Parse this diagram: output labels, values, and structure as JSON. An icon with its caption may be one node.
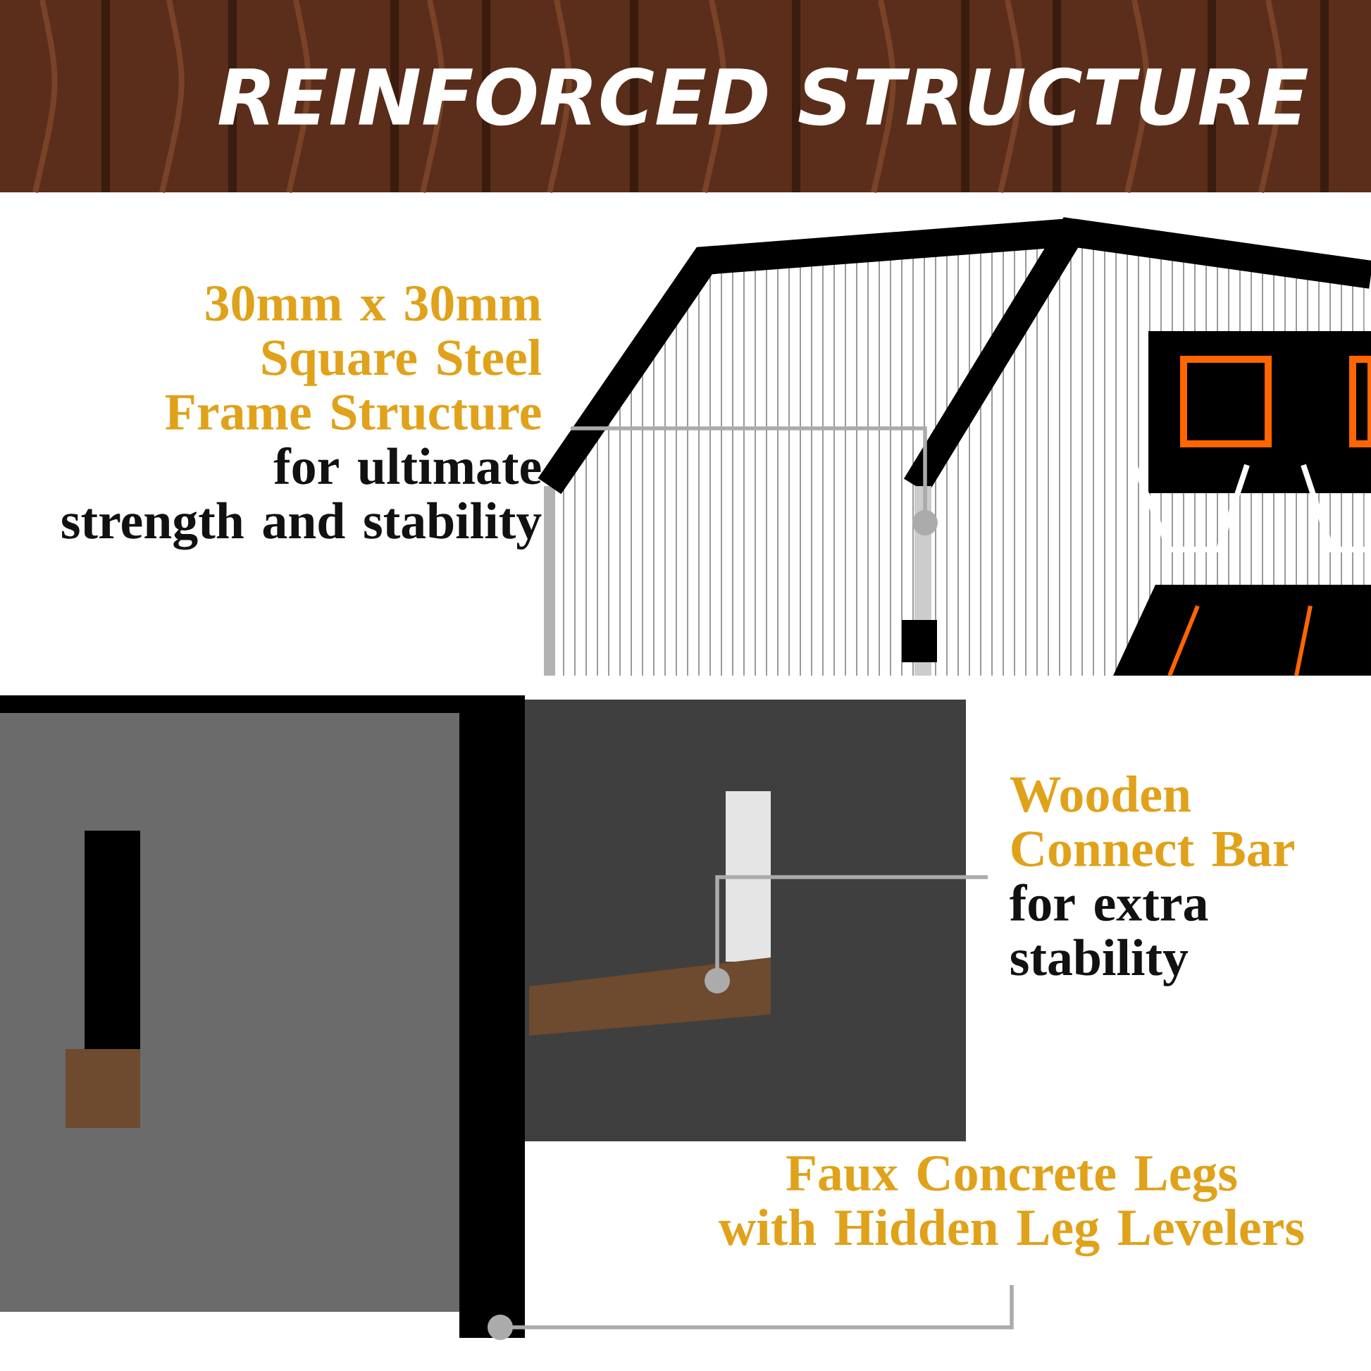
{
  "diagram": {
    "title": "REINFORCED STRUCTURE",
    "nodes": [
      {
        "text": [
          "30mm x 30mm Square Steel Frame Structure",
          "for ultimate strength and stability"
        ]
      },
      {
        "text": [
          "Wooden Connect Bar",
          "for extra stability"
        ]
      },
      {
        "text": [
          "Faux Concrete Legs with Hidden Leg Levelers"
        ]
      }
    ],
    "edges": [
      {
        "from": 0,
        "to": null,
        "arrow": "other"
      },
      {
        "from": 1,
        "to": null,
        "arrow": "other"
      },
      {
        "from": 2,
        "to": null,
        "arrow": "other"
      }
    ]
  }
}
